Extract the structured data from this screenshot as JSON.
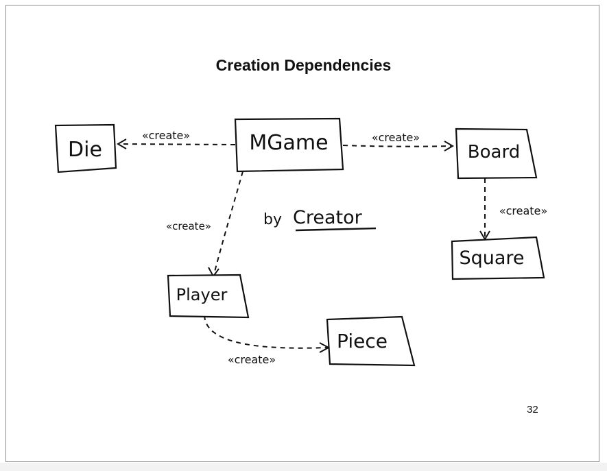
{
  "slide": {
    "title": "Creation Dependencies",
    "page_number": "32",
    "annotation": {
      "prefix": "by",
      "word": "Creator"
    }
  },
  "nodes": {
    "die": "Die",
    "mgame": "MGame",
    "board": "Board",
    "square": "Square",
    "player": "Player",
    "piece": "Piece"
  },
  "edges": {
    "mgame_die": "«create»",
    "mgame_board": "«create»",
    "board_square": "«create»",
    "mgame_player": "«create»",
    "player_piece": "«create»"
  }
}
